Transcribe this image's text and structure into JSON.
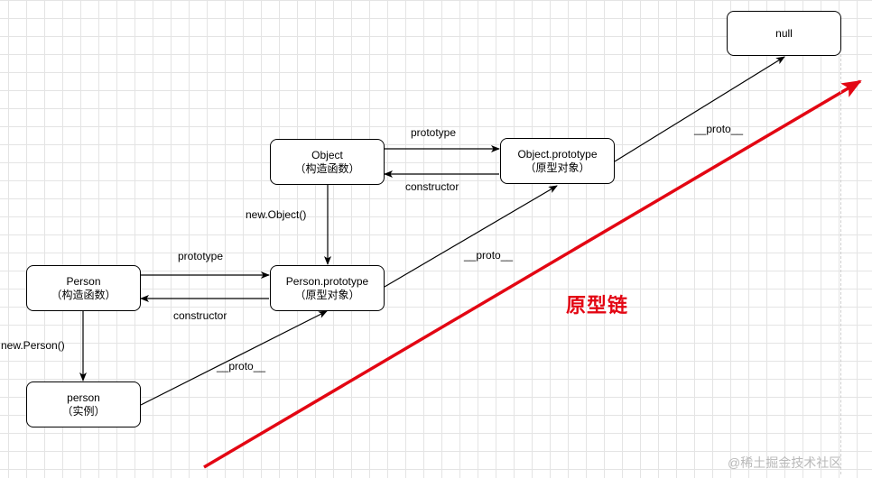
{
  "nodes": {
    "null": {
      "line1": "null"
    },
    "object_ctor": {
      "line1": "Object",
      "line2": "（构造函数）"
    },
    "object_proto": {
      "line1": "Object.prototype",
      "line2": "（原型对象）"
    },
    "person_ctor": {
      "line1": "Person",
      "line2": "（构造函数）"
    },
    "person_proto": {
      "line1": "Person.prototype",
      "line2": "（原型对象）"
    },
    "person_inst": {
      "line1": "person",
      "line2": "（实例）"
    }
  },
  "edges": {
    "object_prototype": "prototype",
    "object_constructor": "constructor",
    "new_object": "new.Object()",
    "person_prototype": "prototype",
    "person_constructor": "constructor",
    "new_person": "new.Person()",
    "proto_inst": "__proto__",
    "proto_person_proto": "__proto__",
    "proto_object_proto": "__proto__"
  },
  "chain_label": "原型链",
  "watermark": "@稀土掘金技术社区",
  "colors": {
    "chain": "#e30613",
    "stroke": "#000000",
    "grid": "#e4e4e4"
  }
}
